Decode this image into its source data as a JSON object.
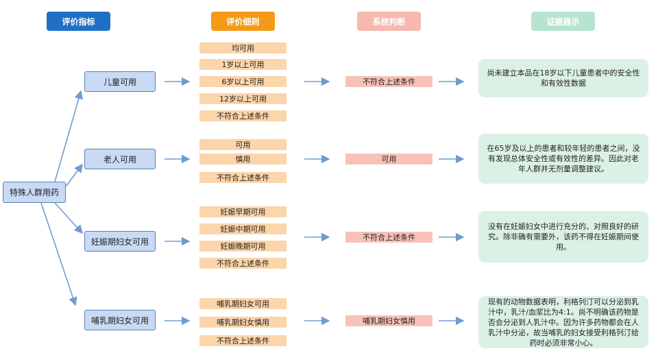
{
  "headers": {
    "indicator": "评价指标",
    "rules": "评价细则",
    "judgement": "系统判断",
    "evidence": "证据展示"
  },
  "colors": {
    "indicator": "#1f6fc6",
    "rules": "#f59a17",
    "judgement": "#f6b9b0",
    "evidence": "#b7e4d0"
  },
  "root": "特殊人群用药",
  "groups": [
    {
      "category": "儿童可用",
      "rules": [
        "均可用",
        "1岁以上可用",
        "6岁以上可用",
        "12岁以上可用",
        "不符合上述条件"
      ],
      "judgement": "不符合上述条件",
      "evidence": "尚未建立本品在18岁以下儿童患者中的安全性和有效性数据"
    },
    {
      "category": "老人可用",
      "rules": [
        "可用",
        "慎用",
        "不符合上述条件"
      ],
      "judgement": "可用",
      "evidence": "在65岁及以上的患者和较年轻的患者之间，没有发现总体安全性或有效性的差异。因此对老年人群并无剂量调整建议。"
    },
    {
      "category": "妊娠期妇女可用",
      "rules": [
        "妊娠早期可用",
        "妊娠中期可用",
        "妊娠晚期可用",
        "不符合上述条件"
      ],
      "judgement": "不符合上述条件",
      "evidence": "没有在妊娠妇女中进行充分的、对照良好的研究。除非确有需要外，该药不得在妊娠期间使用。"
    },
    {
      "category": "哺乳期妇女可用",
      "rules": [
        "哺乳期妇女可用",
        "哺乳期妇女慎用",
        "不符合上述条件"
      ],
      "judgement": "哺乳期妇女慎用",
      "evidence": "现有的动物数据表明，利格列汀可以分泌到乳汁中，乳汁/血浆比为4:1。尚不明确该药物是否会分泌到人乳汁中。因为许多药物都会在人乳汁中分泌，故当哺乳的妇女接受利格列汀给药时必须非常小心。"
    }
  ]
}
